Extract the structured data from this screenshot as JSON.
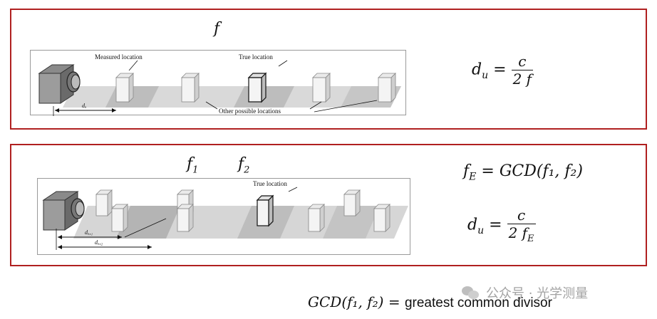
{
  "panel1": {
    "freq_label": "f",
    "labels": {
      "measured": "Measured location",
      "true": "True location",
      "other": "Other possible locations",
      "du": "dᵤ"
    },
    "formula": {
      "lhs": "d",
      "lhs_sub": "u",
      "eq": "=",
      "num": "c",
      "den": "2 f"
    }
  },
  "panel2": {
    "f1": "f",
    "f1_sub": "1",
    "f2": "f",
    "f2_sub": "2",
    "labels": {
      "true": "True location",
      "du1": "dᵤ,₁",
      "du2": "dᵤ,₂"
    },
    "formula1": {
      "lhs": "f",
      "lhs_sub": "E",
      "eq": "=",
      "rhs": "GCD(f₁, f₂)"
    },
    "formula2": {
      "lhs": "d",
      "lhs_sub": "u",
      "eq": "=",
      "num": "c",
      "den": "2 f",
      "den_sub": "E"
    }
  },
  "footer": {
    "gcd": "GCD(f₁, f₂)",
    "eq": "=",
    "text": "greatest common divisor"
  },
  "watermark": {
    "text": "公众号 · 光学测量",
    "logo": "wechat-icon"
  }
}
